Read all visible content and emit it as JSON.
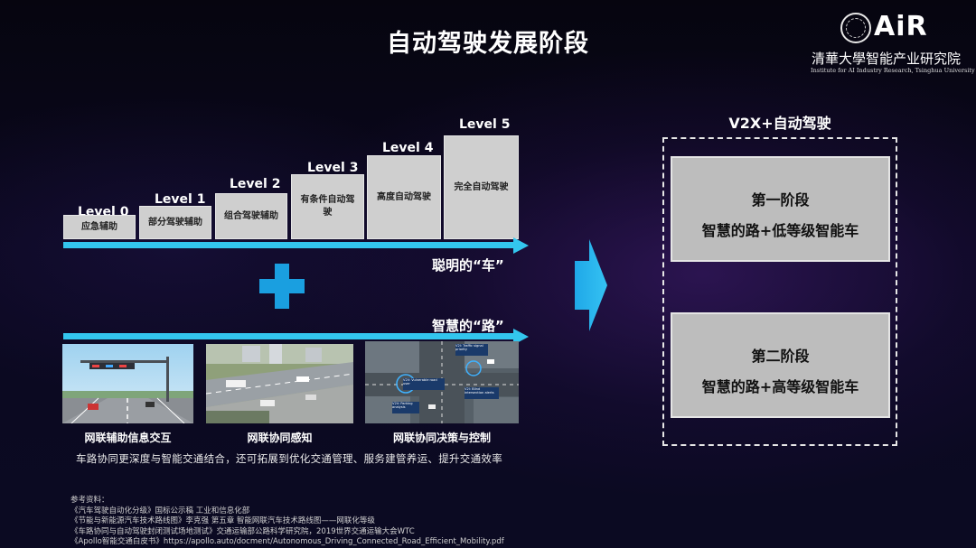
{
  "slide": {
    "title": "自动驾驶发展阶段"
  },
  "logo": {
    "brand": "AiR",
    "cn_name": "清華大學智能产业研究院",
    "en_name": "Institute for AI Industry Research, Tsinghua University"
  },
  "levels": [
    {
      "label": "Level 0",
      "desc": "应急辅助"
    },
    {
      "label": "Level 1",
      "desc": "部分驾驶辅助"
    },
    {
      "label": "Level 2",
      "desc": "组合驾驶辅助"
    },
    {
      "label": "Level 3",
      "desc": "有条件自动驾驶"
    },
    {
      "label": "Level 4",
      "desc": "高度自动驾驶"
    },
    {
      "label": "Level 5",
      "desc": "完全自动驾驶"
    }
  ],
  "smart_car_caption": "聪明的“车”",
  "smart_road_caption": "智慧的“路”",
  "road_images": [
    {
      "caption": "网联辅助信息交互"
    },
    {
      "caption": "网联协同感知"
    },
    {
      "caption": "网联协同决策与控制",
      "tags": [
        "V2I: Traffic signal priority",
        "V2V: Vulnerable road user",
        "V2I: Blind intersection alerts",
        "V2V: Parking analysis"
      ]
    }
  ],
  "summary": "车路协同更深度与智能交通结合，还可拓展到优化交通管理、服务建管养运、提升交通效率",
  "references": {
    "heading": "参考资料：",
    "items": [
      "《汽车驾驶自动化分级》国标公示稿 工业和信息化部",
      "《节能与新能源汽车技术路线图》李克强 第五章 智能网联汽车技术路线图——网联化等级",
      "《车路协同与自动驾驶封闭测试场地测试》交通运输部公路科学研究院，2019世界交通运输大会WTC",
      "《Apollo智能交通白皮书》https://apollo.auto/docment/Autonomous_Driving_Connected_Road_Efficient_Mobility.pdf"
    ]
  },
  "v2x": {
    "title": "V2X+自动驾驶",
    "stages": [
      {
        "name": "第一阶段",
        "desc": "智慧的路+低等级智能车"
      },
      {
        "name": "第二阶段",
        "desc": "智慧的路+高等级智能车"
      }
    ]
  },
  "colors": {
    "accent_cyan": "#33c6ee",
    "plus_blue": "#1a9fe0",
    "step_gray": "#cfcfcf",
    "stage_gray": "#bdbdbd"
  }
}
